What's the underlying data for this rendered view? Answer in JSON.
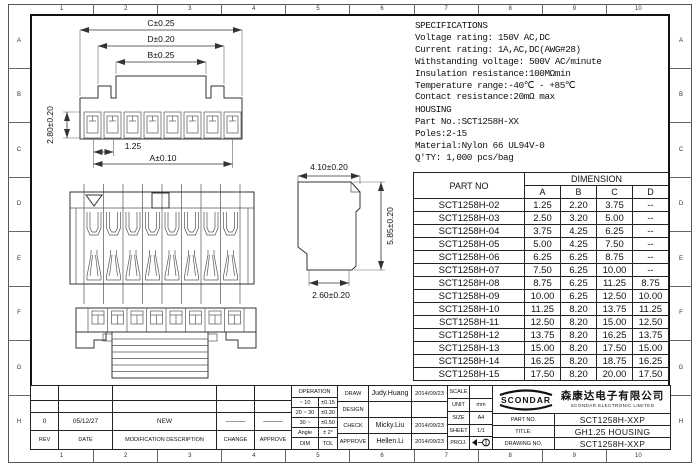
{
  "border": {
    "cols": [
      "1",
      "2",
      "3",
      "4",
      "5",
      "6",
      "7",
      "8",
      "9",
      "10"
    ],
    "rows": [
      "A",
      "B",
      "C",
      "D",
      "E",
      "F",
      "G",
      "H"
    ]
  },
  "specifications": {
    "title": "SPECIFICATIONS",
    "lines": [
      "Voltage rating: 150V AC,DC",
      "Current rating: 1A,AC,DC(AWG#28)",
      "Withstanding voltage: 500V AC/minute",
      "Insulation resistance:100MΩmin",
      "Temperature range:-40℃ - +85℃",
      "Contact resistance:20mΩ max"
    ]
  },
  "housing": {
    "title": "HOUSING",
    "lines": [
      "Part No.:SCT1258H-XX",
      "Poles:2-15",
      "Material:Nylon 66 UL94V-0",
      "Q'TY:  1,000 pcs/bag"
    ]
  },
  "drawing_dims": {
    "top_view": {
      "c": "C±0.25",
      "d": "D±0.20",
      "b": "B±0.25",
      "height": "2.80±0.20",
      "pitch": "1.25",
      "a": "A±0.10"
    },
    "side_view": {
      "width_top": "4.10±0.20",
      "height": "5.85±0.20",
      "width_bottom": "2.60±0.20"
    }
  },
  "dim_table": {
    "part_no_header": "PART NO",
    "dimension_header": "DIMENSION",
    "columns": [
      "A",
      "B",
      "C",
      "D"
    ],
    "rows": [
      {
        "part": "SCT1258H-02",
        "a": "1.25",
        "b": "2.20",
        "c": "3.75",
        "d": "--"
      },
      {
        "part": "SCT1258H-03",
        "a": "2.50",
        "b": "3.20",
        "c": "5.00",
        "d": "--"
      },
      {
        "part": "SCT1258H-04",
        "a": "3.75",
        "b": "4.25",
        "c": "6.25",
        "d": "--"
      },
      {
        "part": "SCT1258H-05",
        "a": "5.00",
        "b": "4.25",
        "c": "7.50",
        "d": "--"
      },
      {
        "part": "SCT1258H-06",
        "a": "6.25",
        "b": "6.25",
        "c": "8.75",
        "d": "--"
      },
      {
        "part": "SCT1258H-07",
        "a": "7.50",
        "b": "6.25",
        "c": "10.00",
        "d": "--"
      },
      {
        "part": "SCT1258H-08",
        "a": "8.75",
        "b": "6.25",
        "c": "11.25",
        "d": "8.75"
      },
      {
        "part": "SCT1258H-09",
        "a": "10.00",
        "b": "6.25",
        "c": "12.50",
        "d": "10.00"
      },
      {
        "part": "SCT1258H-10",
        "a": "11.25",
        "b": "8.20",
        "c": "13.75",
        "d": "11.25"
      },
      {
        "part": "SCT1258H-11",
        "a": "12.50",
        "b": "8.20",
        "c": "15.00",
        "d": "12.50"
      },
      {
        "part": "SCT1258H-12",
        "a": "13.75",
        "b": "8.20",
        "c": "16.25",
        "d": "13.75"
      },
      {
        "part": "SCT1258H-13",
        "a": "15.00",
        "b": "8.20",
        "c": "17.50",
        "d": "15.00"
      },
      {
        "part": "SCT1258H-14",
        "a": "16.25",
        "b": "8.20",
        "c": "18.75",
        "d": "16.25"
      },
      {
        "part": "SCT1258H-15",
        "a": "17.50",
        "b": "8.20",
        "c": "20.00",
        "d": "17.50"
      }
    ]
  },
  "title_block": {
    "revision": {
      "headers": {
        "rev": "REV",
        "date": "DATE",
        "desc": "MODIFICATION  DESCRIPTION",
        "change": "CHANGE",
        "approve": "APPROVE"
      },
      "entry": {
        "rev": "0",
        "date": "05/12/27",
        "desc": "NEW",
        "change": "———",
        "approve": "———"
      }
    },
    "tolerance": {
      "header": "OPERATION",
      "rows": [
        {
          "range": "~ 10",
          "tol": "±0.15"
        },
        {
          "range": "20 ~ 30",
          "tol": "±0.30"
        },
        {
          "range": "30 ~",
          "tol": "±0.50"
        },
        {
          "range": "Angle",
          "tol": "± 2°"
        }
      ],
      "footer": {
        "dim": "DIM",
        "tol": "TOL"
      }
    },
    "signoff": {
      "rows": [
        {
          "label": "DRAW",
          "name": "Judy.Huang",
          "date": "2014/09/23"
        },
        {
          "label": "DESIGN",
          "name": "",
          "date": ""
        },
        {
          "label": "CHECK",
          "name": "Micky.Liu",
          "date": "2014/09/23"
        },
        {
          "label": "APPROVE",
          "name": "Hellen.Li",
          "date": "2014/09/23"
        }
      ]
    },
    "info": {
      "scale_label": "SCALE",
      "scale": "",
      "unit_label": "UNIT",
      "unit": "mm",
      "size_label": "SIZE",
      "size": "A4",
      "sheet_label": "SHEET",
      "sheet": "1/1",
      "proj_label": "PROJ."
    },
    "company": {
      "logo_text": "SCONDAR",
      "name_cn": "森康达电子有限公司",
      "name_en": "SCONDAR ELECTRONIC LIMITED",
      "part_no_label": "PART NO.",
      "part_no": "SCT1258H-XXP",
      "title_label": "TITLE:",
      "title": "GH1.25 HOUSING",
      "drawing_no_label": "DRAWING NO.",
      "drawing_no": "SCT1258H-XXP"
    }
  }
}
